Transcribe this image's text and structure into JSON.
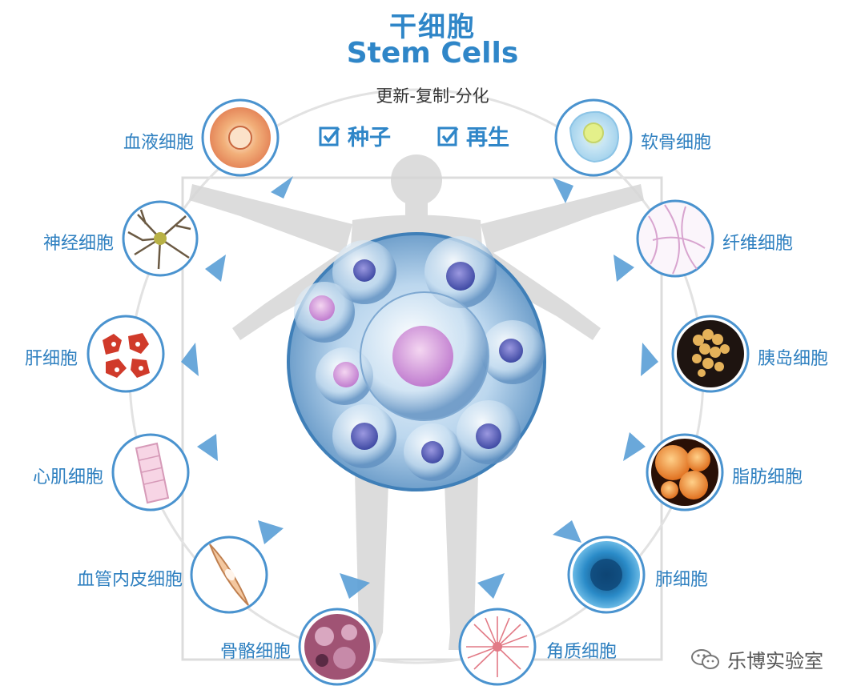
{
  "title_cn": "干细胞",
  "title_en": "Stem Cells",
  "subtitle": "更新-复制-分化",
  "checks": [
    "种子",
    "再生"
  ],
  "cells": {
    "blood": "血液细胞",
    "nerve": "神经细胞",
    "liver": "肝细胞",
    "cardiac": "心肌细胞",
    "endothelial": "血管内皮细胞",
    "bone": "骨骼细胞",
    "cartilage": "软骨细胞",
    "fiber": "纤维细胞",
    "islet": "胰岛细胞",
    "fat": "脂肪细胞",
    "lung": "肺细胞",
    "keratin": "角质细胞"
  },
  "watermark": "乐博实验室",
  "colors": {
    "brand": "#2f86c8",
    "label": "#2f80c0",
    "ring": "#4a93cf"
  }
}
